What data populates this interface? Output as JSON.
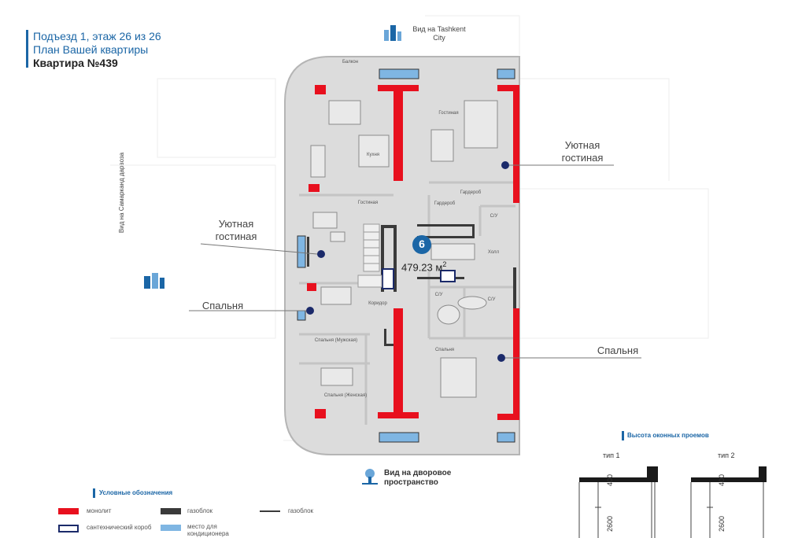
{
  "header": {
    "line1": "Подъезд 1, этаж 26 из 26",
    "line2": "План Вашей квартиры",
    "line3": "Квартира №439"
  },
  "views": {
    "top": "Вид на Tashkent City",
    "top_line1": "Вид на Tashkent",
    "top_line2": "City",
    "left": "Вид на Самарканд дарвоза",
    "bottom_line1": "Вид на дворовое",
    "bottom_line2": "пространство"
  },
  "callouts": {
    "cozy_right_1": "Уютная",
    "cozy_right_2": "гостиная",
    "cozy_left_1": "Уютная",
    "cozy_left_2": "гостиная",
    "bedroom_left": "Спальня",
    "bedroom_right": "Спальня"
  },
  "apartment": {
    "number": "6",
    "area": "479.23 м",
    "area_unit_sup": "2"
  },
  "rooms": {
    "balcony": "Балкон",
    "kitchen": "Кухня",
    "living1": "Гостиная",
    "living2": "Гостиная",
    "wardrobe1": "Гардероб",
    "wardrobe2": "Гардероб",
    "bath1": "С/У",
    "hall": "Холл",
    "corridor": "Коридор",
    "bath2": "С/У",
    "bath3": "С/У",
    "bedroom_m": "Спальня (Мужская)",
    "bedroom_w": "Спальня (Женская)",
    "bedroom": "Спальня"
  },
  "windows": {
    "title": "Высота оконных проемов",
    "type1": "тип 1",
    "type2": "тип 2",
    "dim400a": "400",
    "dim2600a": "2600",
    "dim400b": "400",
    "dim2600b": "2600"
  },
  "legend": {
    "title": "Условные обозначения",
    "monolith": "монолит",
    "gasblock1": "газоблок",
    "gasblock2": "газоблок",
    "sanitary": "сантехнический короб",
    "conditioner": "место для кондиционера"
  },
  "colors": {
    "accent": "#1b66a6",
    "monolith": "#e8101e",
    "wall": "#3a3a3a",
    "floor": "#dcdcdc",
    "window": "#7fb6e3"
  }
}
